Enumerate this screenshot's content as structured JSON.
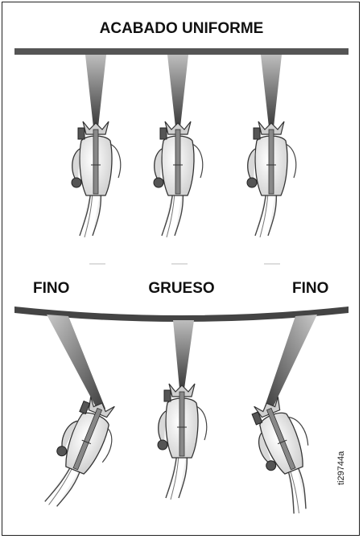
{
  "diagram": {
    "top_panel": {
      "title": "ACABADO UNIFORME"
    },
    "bottom_panel": {
      "labels": {
        "left": "FINO",
        "center": "GRUESO",
        "right": "FINO"
      }
    },
    "image_id": "ti29744a"
  }
}
